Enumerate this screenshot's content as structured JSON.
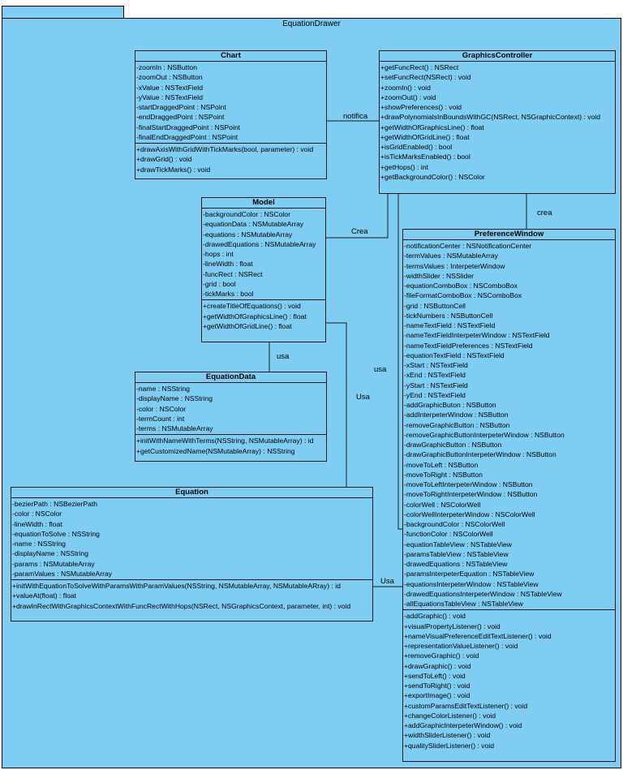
{
  "package": {
    "name": "EquationDrawer"
  },
  "classes": {
    "chart": {
      "name": "Chart",
      "attributes": [
        "-zoomIn : NSButton",
        "-zoomOut : NSButton",
        "-xValue : NSTextField",
        "-yValue : NSTextField",
        "-startDraggedPoint : NSPoint",
        "-endDraggedPoint : NSPoint",
        "-finalStartDraggedPoint : NSPoint",
        "-finalEndDraggedPoint : NSPoint"
      ],
      "operations": [
        "+drawAxisWithGridWithTickMarks(bool, parameter) : void",
        "+drawGrid() : void",
        "+drawTickMarks() : void"
      ]
    },
    "graphicsController": {
      "name": "GraphicsController",
      "attributes": [],
      "operations": [
        "+getFuncRect() : NSRect",
        "+setFuncRect(NSRect) : void",
        "+zoomIn() : void",
        "+zoomOut() : void",
        "+showPreferences() : void",
        "+drawPolynomialsInBoundsWithGC(NSRect, NSGraphicContext) : void",
        "+getWidthOfGraphicsLine() : float",
        "+getWidthOfGridLine() : float",
        "+isGridEnabled() : bool",
        "+isTickMarksEnabled() : bool",
        "+getHops() : int",
        "+getBackgroundColor() : NSColor"
      ]
    },
    "model": {
      "name": "Model",
      "attributes": [
        "-backgroundColor : NSColor",
        "-equationData : NSMutableArray",
        "-equations : NSMutableArray",
        "-drawedEquations : NSMutableArray",
        "-hops : int",
        "-lineWidth : float",
        "-funcRect : NSRect",
        "-grid : bool",
        "-tickMarks : bool"
      ],
      "operations": [
        "+createTitleOfEquations() : void",
        "+getWidthOfGraphicsLine() : float",
        "+getWidthOfGridLine() : float"
      ]
    },
    "equationData": {
      "name": "EquationData",
      "attributes": [
        "-name : NSString",
        "-displayName : NSString",
        "-color : NSColor",
        "-termCount : int",
        "-terms : NSMutableArray"
      ],
      "operations": [
        "+initWithNameWithTerms(NSString, NSMutableArray) : id",
        "+getCustomizedName(NSMutableArray) : NSString"
      ]
    },
    "equation": {
      "name": "Equation",
      "attributes": [
        "-bezierPath : NSBezierPath",
        "-color : NSColor",
        "-lineWidth : float",
        "-equationToSolve : NSString",
        "-name : NSString",
        "-displayName : NSString",
        "-params : NSMutableArray",
        "-paramValues : NSMutableArray"
      ],
      "operations": [
        "+initWithEquationToSolveWithParamsWithParamValues(NSString, NSMutableArray, NSMutableARray) : id",
        "+valueAt(float) : float",
        "+drawInRectWithGraphicsContextWithFuncRectWithHops(NSRect, NSGraphicsContext, parameter, int) : void"
      ]
    },
    "preferenceWindow": {
      "name": "PreferenceWindow",
      "attributes": [
        "-notificationCenter : NSNotificationCenter",
        "-termValues : NSMutableArray",
        "-termsValues : InterpeterWindow",
        "-widthSlider : NSSlider",
        "-equationComboBox : NSComboBox",
        "-fileFormatComboBox : NSComboBox",
        "-grid : NSButtonCell",
        "-tickNumbers : NSButtonCell",
        "-nameTextField : NSTextField",
        "-nameTextFieldInterpeterWindow : NSTextField",
        "-nameTextFieldPreferences : NSTextField",
        "-equationTextField : NSTextField",
        "-xStart : NSTextField",
        "-xEnd : NSTextField",
        "-yStart : NSTextField",
        "-yEnd : NSTextField",
        "-addGraphicButon : NSButton",
        "-addInterpeterWindow : NSButton",
        "-removeGraphicButton : NSButton",
        "-removeGraphicButtonInterpeterWindow : NSButton",
        "-drawGraphicButton : NSButton",
        "-drawGraphicButtonInterpeterWindow : NSButton",
        "-moveToLeft : NSButton",
        "-moveToRight : NSButton",
        "-moveToLeftInterpeterWindow : NSButton",
        "-moveToRightInterpeterWindow : NSButton",
        "-colorWell : NSColorWell",
        "-colorWellInterpeterWindow : NSColorWell",
        "-backgroundColor : NSColorWell",
        "-functionColor : NSColorWell",
        "-equationTableView : NSTableView",
        "-paramsTableView : NSTableView",
        "-drawedEquations : NSTableView",
        "-paramsInterpeterEquation : NSTableView",
        "-equationsInterpeterWindow : NSTableView",
        "-drawedEquationsInterpeterWindow : NSTableView",
        "-allEquationsTableView : NSTableView"
      ],
      "operations": [
        "-addGraphic() : void",
        "+visualPropertyListener() : void",
        "+nameVisualPreferenceEditTextListener() : void",
        "+representationValueListener() : void",
        "+removeGraphic() : void",
        "+drawGraphic() : void",
        "+sendToLeft() : void",
        "+sendToRight() : void",
        "+exportImage() : void",
        "+customParamsEditTextListener() : void",
        "+changeColorListener() : void",
        "+addGraphicInterpeterWindow() : void",
        "+widthSliderListener() : void",
        "+qualitySliderListener() : void"
      ]
    }
  },
  "relations": {
    "notifica": "notifica",
    "creaModel": "Crea",
    "creaPref": "crea",
    "usaModel": "usa",
    "usaPref": "usa",
    "usaEquation": "Usa",
    "usaEqPref": "Usa"
  }
}
